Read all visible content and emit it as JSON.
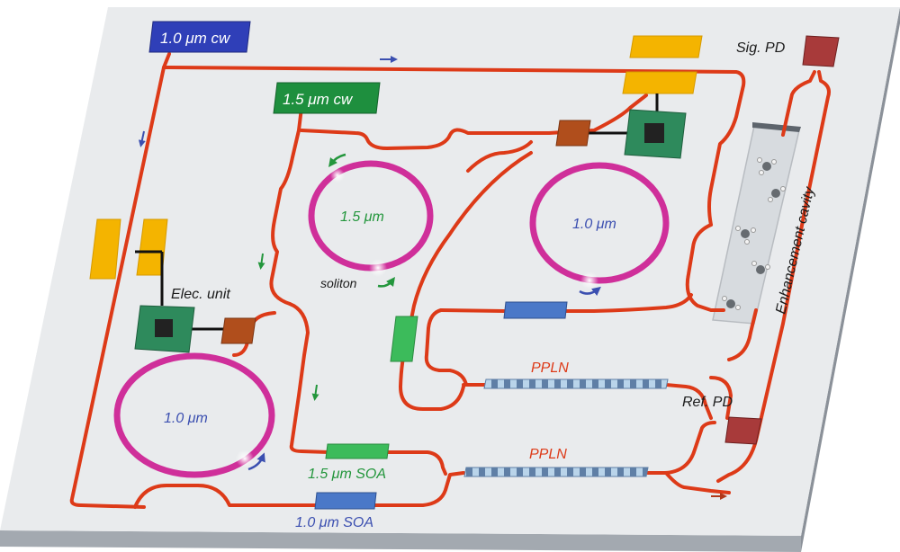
{
  "colors": {
    "platform_top": "#e9ebed",
    "platform_side": "#a3a9b0",
    "waveguide": "#dd3a18",
    "ring": "#cf2f9a",
    "blue_label": "#3b4fb0",
    "green_label": "#23963c",
    "dark_label": "#1b1b1b",
    "laser_blue": "#2f3fb8",
    "laser_green": "#1e8f3e",
    "amp_blue": "#4a78c8",
    "amp_green": "#3cbb5b",
    "electrode": "#f4b400",
    "chip_green": "#2e8a5c",
    "pd_red": "#a83a3a",
    "phase_brown": "#b04e1c",
    "cavity": "#d7dbdf",
    "arrow": "#3b4fb0"
  },
  "labels": {
    "laser_1um": "1.0 μm cw",
    "laser_1p5um": "1.5 μm cw",
    "sig_pd": "Sig. PD",
    "ref_pd": "Ref. PD",
    "enhancement_cavity": "Enhancement cavity",
    "elec_unit": "Elec. unit",
    "soliton": "soliton",
    "ring_1p5": "1.5 μm",
    "ring_1p0_right": "1.0 μm",
    "ring_1p0_left": "1.0 μm",
    "ppln_top": "PPLN",
    "ppln_bottom": "PPLN",
    "soa_1p5": "1.5 μm SOA",
    "soa_1p0": "1.0 μm SOA"
  },
  "icons": {
    "flow_arrow": "arrow-icon",
    "rotation_arrow": "curved-arrow-icon",
    "molecule": "methane-molecule-icon"
  }
}
